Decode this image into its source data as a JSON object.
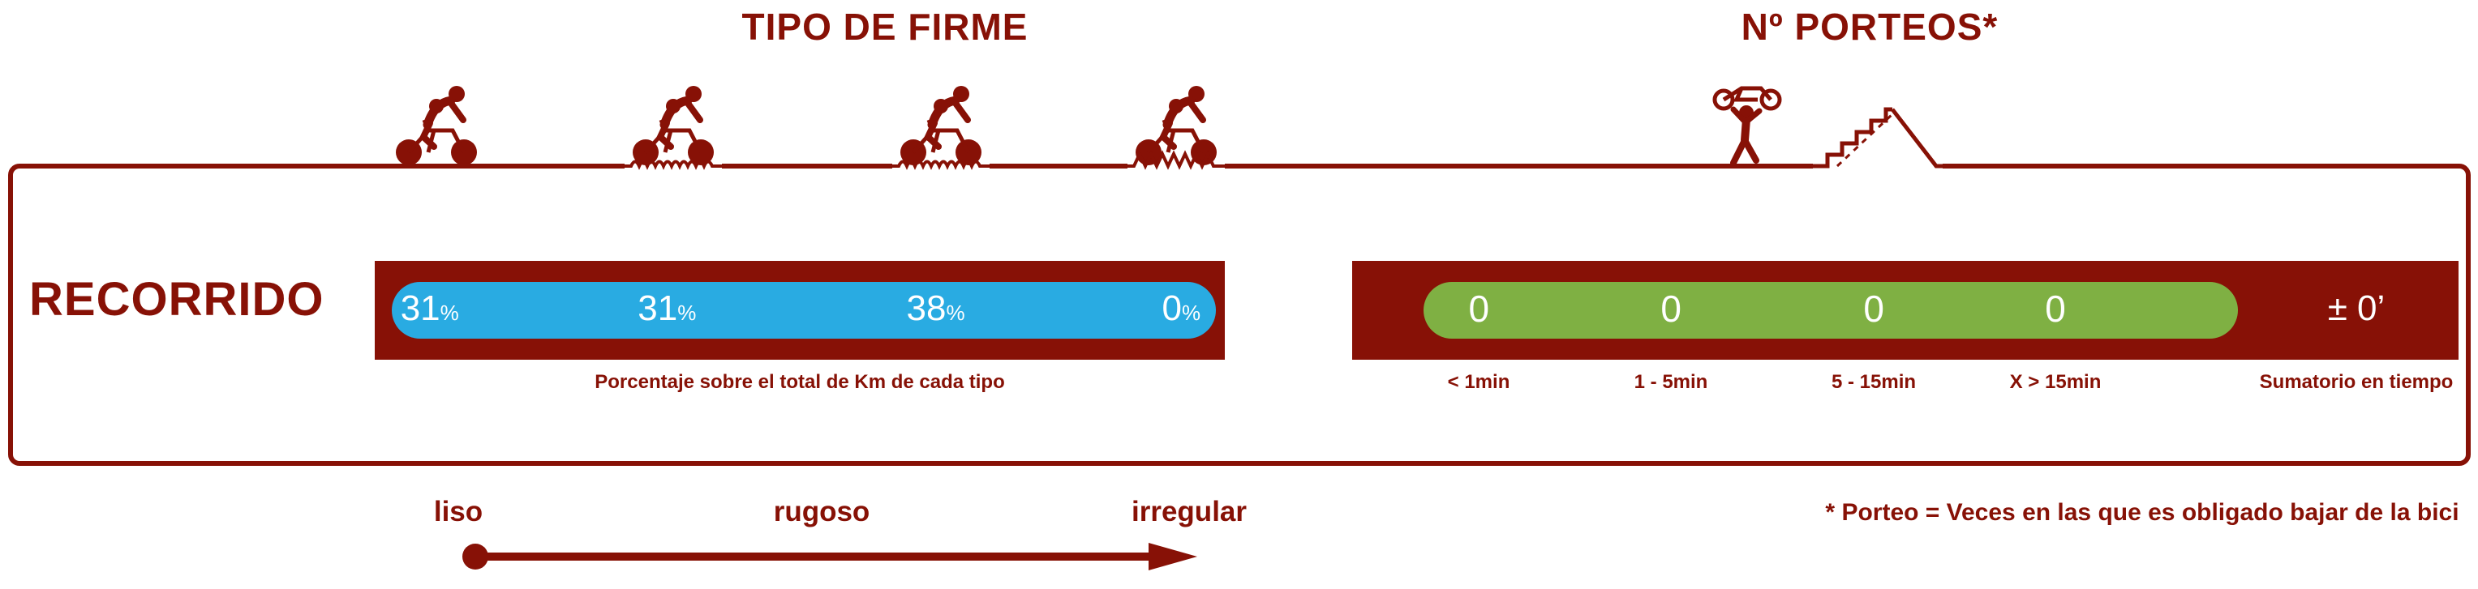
{
  "colors": {
    "maroon": "#871106",
    "blue": "#29ABE2",
    "green": "#7FB043",
    "white": "#FFFFFF"
  },
  "header": {
    "firme_title": "TIPO DE FIRME",
    "porteos_title": "Nº PORTEOS*"
  },
  "row_label": "RECORRIDO",
  "firme": {
    "values": [
      {
        "value": "31",
        "unit": "%"
      },
      {
        "value": "31",
        "unit": "%"
      },
      {
        "value": "38",
        "unit": "%"
      },
      {
        "value": "0",
        "unit": "%"
      }
    ],
    "caption": "Porcentaje sobre el total de Km de cada tipo",
    "scale_labels": [
      "liso",
      "rugoso",
      "irregular"
    ]
  },
  "porteos": {
    "values": [
      "0",
      "0",
      "0",
      "0"
    ],
    "labels": [
      "< 1min",
      "1 - 5min",
      "5 - 15min",
      "X > 15min"
    ],
    "total": "± 0’",
    "total_label": "Sumatorio en tiempo",
    "footnote": "* Porteo = Veces en las que es obligado bajar de la bici"
  },
  "icons": {
    "firme": [
      "cyclist-smooth-surface",
      "cyclist-slightly-rough-surface",
      "cyclist-rough-surface",
      "cyclist-irregular-surface"
    ],
    "porteos": [
      "hiker-carrying-bike",
      "stairs"
    ],
    "scale": "arrow-right"
  },
  "chart_data": [
    {
      "type": "bar",
      "title": "TIPO DE FIRME",
      "categories": [
        "liso",
        "rugoso (leve)",
        "rugoso",
        "irregular"
      ],
      "values": [
        31,
        31,
        38,
        0
      ],
      "unit": "%",
      "note": "Porcentaje sobre el total de Km de cada tipo",
      "axis_scale": [
        "liso",
        "rugoso",
        "irregular"
      ]
    },
    {
      "type": "table",
      "title": "Nº PORTEOS*",
      "categories": [
        "< 1min",
        "1 - 5min",
        "5 - 15min",
        "X > 15min"
      ],
      "values": [
        0,
        0,
        0,
        0
      ],
      "total": "± 0’",
      "total_label": "Sumatorio en tiempo",
      "footnote": "* Porteo = Veces en las que es obligado bajar de la bici"
    }
  ]
}
